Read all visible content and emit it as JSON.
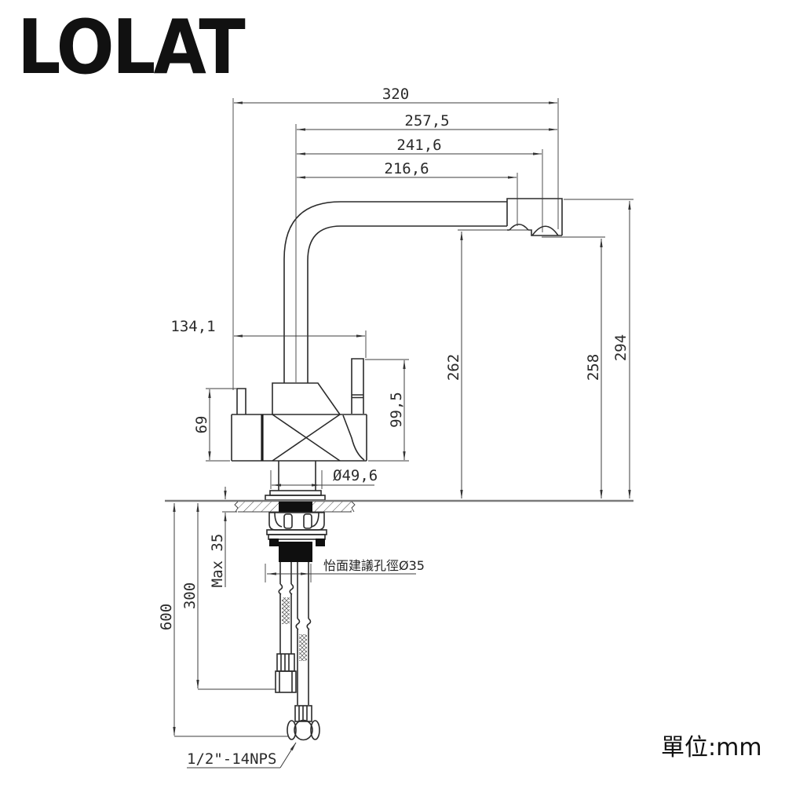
{
  "brand": {
    "name": "LOLAT"
  },
  "footer": {
    "units_label": "單位:mm"
  },
  "annotations": {
    "hole_recommendation": "怡面建議孔徑Ø35",
    "thread_spec": "1/2\"-14NPS"
  },
  "dims": {
    "width_overall": "320",
    "reach_outer": "257,5",
    "reach_outlet_right": "241,6",
    "reach_outlet_left": "216,6",
    "body_width": "134,1",
    "left_handle_height": "69",
    "right_handle_height": "99,5",
    "base_diameter": "Ø49,6",
    "spout_underside_height": "262",
    "outlet_height": "258",
    "height_overall": "294",
    "deck_thickness_max": "Max 35",
    "hose_a_length": "300",
    "hose_b_length": "600"
  }
}
